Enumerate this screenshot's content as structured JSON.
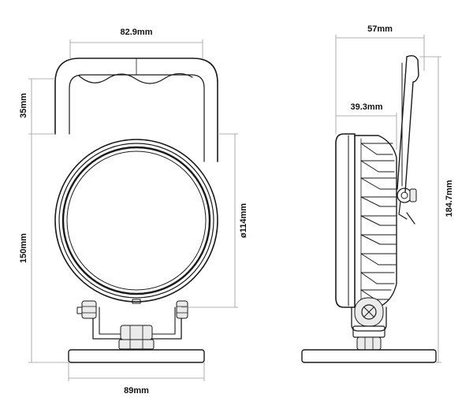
{
  "front_view": {
    "width_handle": "82.9mm",
    "height_handle": "35mm",
    "diameter": "ø114mm",
    "height_body": "150mm",
    "width_base": "89mm"
  },
  "side_view": {
    "depth_total": "57mm",
    "depth_body": "39.3mm",
    "height_total": "184.7mm"
  }
}
